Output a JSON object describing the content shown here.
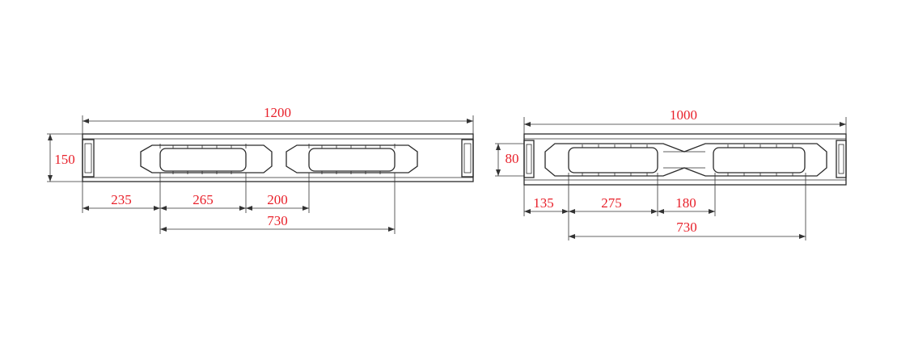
{
  "colors": {
    "dimension_text": "#e8202a",
    "outline": "#2a2a2a"
  },
  "left_drawing": {
    "overall_length": "1200",
    "height": "150",
    "dim_235": "235",
    "dim_265": "265",
    "dim_200": "200",
    "dim_730": "730"
  },
  "right_drawing": {
    "overall_length": "1000",
    "height": "80",
    "dim_135": "135",
    "dim_275": "275",
    "dim_180": "180",
    "dim_730": "730"
  }
}
